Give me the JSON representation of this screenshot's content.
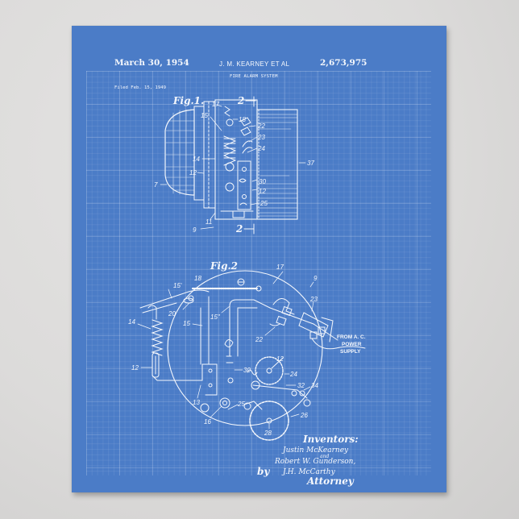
{
  "poster": {
    "background_color": "#4b7cc7",
    "line_color": "#f4f7fc",
    "header": {
      "date": "March 30, 1954",
      "inventor_line": "J. M. KEARNEY  ET AL",
      "patent_number": "2,673,975",
      "title": "FIRE ALARM SYSTEM",
      "filed": "Filed Feb. 15, 1949"
    },
    "figures": [
      {
        "label": "Fig.1.",
        "section_marker": "2",
        "reference_numerals": [
          "17",
          "15'",
          "18",
          "22",
          "23",
          "24",
          "14",
          "12",
          "7",
          "30",
          "12",
          "25",
          "11",
          "9",
          "37"
        ]
      },
      {
        "label": "Fig.2",
        "reference_numerals": [
          "18",
          "17",
          "9",
          "15'",
          "20",
          "15''",
          "22",
          "23",
          "15",
          "14",
          "12",
          "30",
          "24",
          "32",
          "34",
          "12",
          "13",
          "25",
          "16",
          "26",
          "28"
        ],
        "caption": [
          "FROM A. C.",
          "POWER",
          "SUPPLY"
        ]
      }
    ],
    "signature_block": {
      "inventors_heading": "Inventors:",
      "inventor_1": "Justin McKearney",
      "conjunction": "and",
      "inventor_2": "Robert W. Gunderson,",
      "by": "by",
      "attorney_signature": "J.H. McCarthy",
      "attorney_label": "Attorney"
    }
  }
}
